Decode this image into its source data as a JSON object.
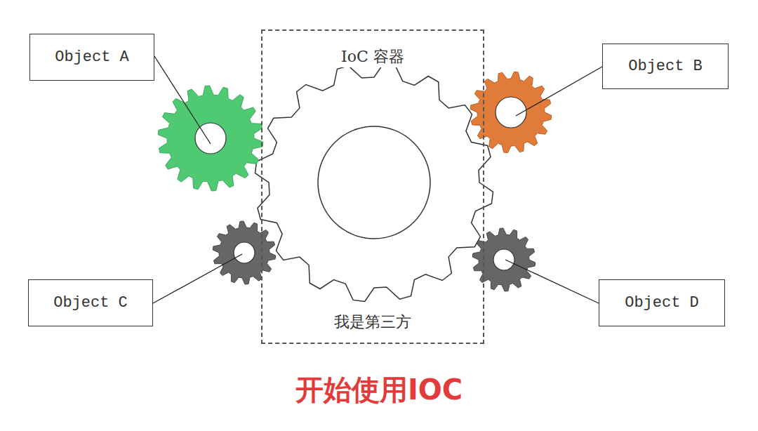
{
  "diagram": {
    "caption": "开始使用IOC",
    "nodes": [
      {
        "text": [
          "Object A"
        ]
      },
      {
        "text": [
          "IoC 容器",
          "我是第三方"
        ]
      },
      {
        "text": [
          "Object B"
        ]
      },
      {
        "text": [
          "Object C"
        ]
      },
      {
        "text": [
          "Object D"
        ]
      }
    ]
  }
}
